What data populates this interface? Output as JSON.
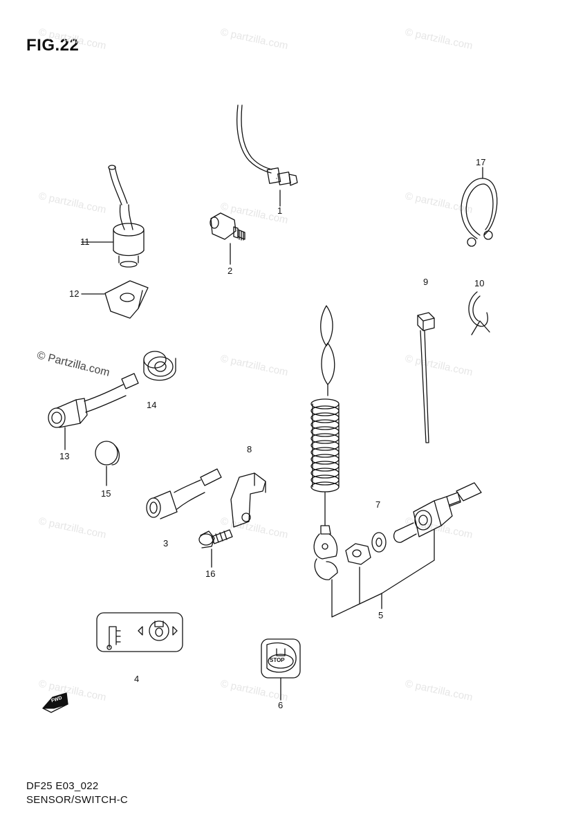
{
  "figure": {
    "title": "FIG.22",
    "footer_model": "DF25 E03_022",
    "footer_section": "SENSOR/SWITCH-C"
  },
  "watermark": {
    "text": "© Partzilla.com",
    "text_lower": "© partzilla.com"
  },
  "callouts": [
    "1",
    "2",
    "3",
    "4",
    "5",
    "6",
    "7",
    "8",
    "9",
    "10",
    "11",
    "12",
    "13",
    "14",
    "15",
    "16",
    "17"
  ],
  "plate_text": {
    "stop": "STOP",
    "fwd": "FWD"
  },
  "colors": {
    "line": "#111111",
    "watermark": "#e6e6e6"
  }
}
